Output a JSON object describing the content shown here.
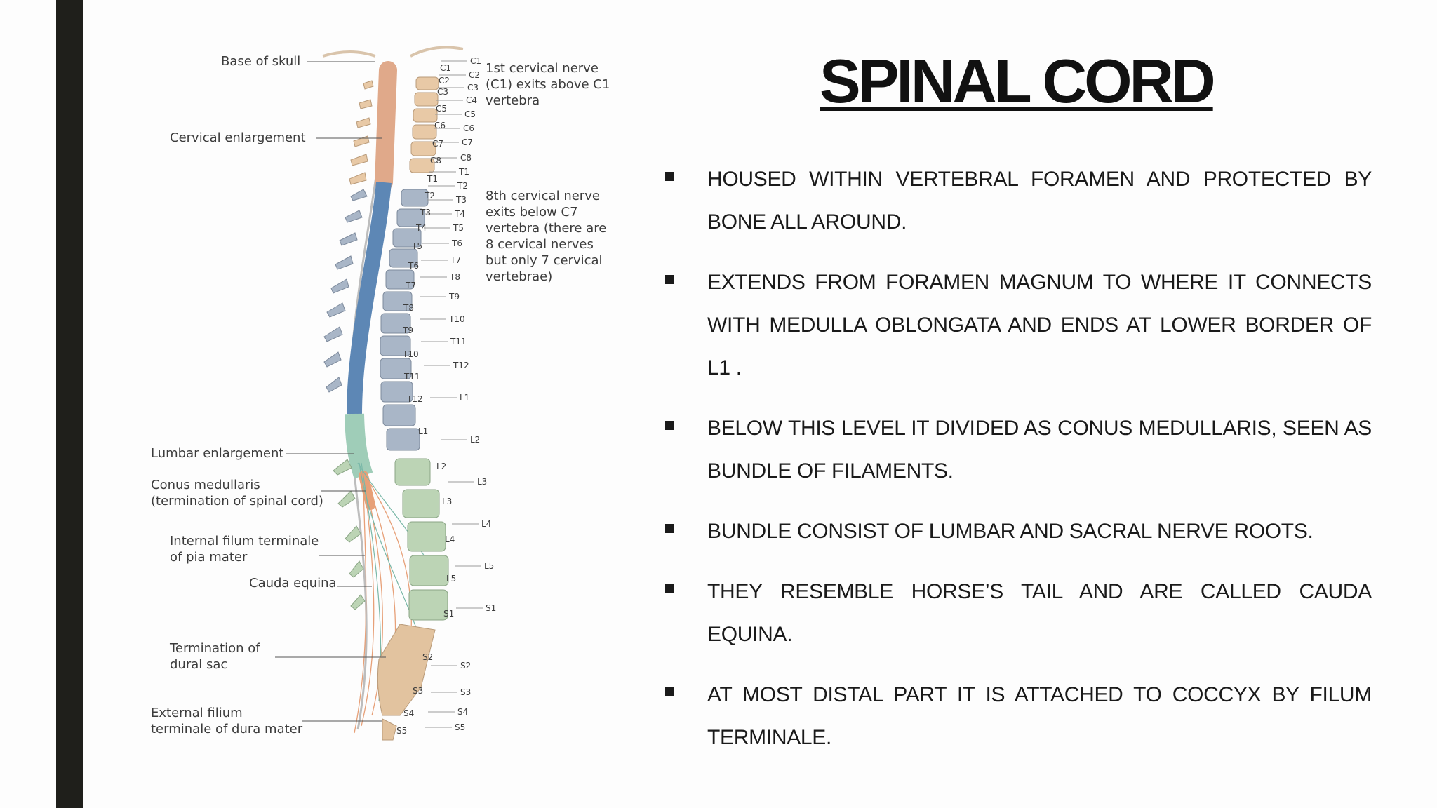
{
  "slide": {
    "title": "SPINAL CORD",
    "bullets": [
      "HOUSED WITHIN VERTEBRAL FORAMEN AND PROTECTED BY BONE ALL AROUND.",
      "EXTENDS FROM FORAMEN MAGNUM TO WHERE IT CONNECTS WITH MEDULLA OBLONGATA AND ENDS AT LOWER BORDER OF L1 .",
      "BELOW THIS LEVEL IT DIVIDED AS CONUS MEDULLARIS, SEEN AS BUNDLE OF FILAMENTS.",
      "BUNDLE CONSIST OF LUMBAR AND SACRAL NERVE ROOTS.",
      "THEY RESEMBLE HORSE’S TAIL AND ARE CALLED CAUDA EQUINA.",
      "AT MOST DISTAL PART IT IS ATTACHED TO COCCYX BY FILUM TERMINALE."
    ],
    "bullet_icon": "square-bullet-icon"
  },
  "figure": {
    "labels": {
      "base_of_skull": "Base of skull",
      "cervical_enlargement": "Cervical enlargement",
      "lumbar_enlargement": "Lumbar enlargement",
      "conus_medullaris": "Conus medullaris\n(termination of spinal cord)",
      "internal_filum": "Internal filum terminale\nof pia mater",
      "cauda_equina": "Cauda equina",
      "termination_dural_sac": "Termination of\ndural sac",
      "external_filum": "External filium\nterminale of dura mater",
      "first_cervical": "1st cervical nerve\n(C1) exits above C1\nvertebra",
      "eighth_cervical": "8th cervical nerve\nexits below C7\nvertebra (there are\n8 cervical nerves\nbut only 7 cervical\nvertebrae)"
    },
    "vertebra_labels": [
      "C1",
      "C2",
      "C3",
      "C5",
      "C6",
      "C7",
      "C8",
      "T1",
      "T2",
      "T3",
      "T4",
      "T5",
      "T6",
      "T7",
      "T8",
      "T9",
      "T10",
      "T11",
      "T12",
      "L1",
      "L2",
      "L3",
      "L4",
      "L5",
      "S1",
      "S2",
      "S3",
      "S4",
      "S5"
    ],
    "nerve_labels": [
      "C1",
      "C2",
      "C3",
      "C4",
      "C5",
      "C6",
      "C7",
      "C8",
      "T1",
      "T2",
      "T3",
      "T4",
      "T5",
      "T6",
      "T7",
      "T8",
      "T9",
      "T10",
      "T11",
      "T12",
      "L1",
      "L2",
      "L3",
      "L4",
      "L5",
      "S1",
      "S2",
      "S3",
      "S4",
      "S5"
    ],
    "colors": {
      "cervical": "#e0a98a",
      "thoracic": "#5d87b5",
      "lumbar": "#9fcdb8",
      "conus": "#e7a078",
      "vertebra_cervical": "#e8c9a6",
      "vertebra_thoracic": "#a9b6c7",
      "vertebra_lumbar": "#bcd4b5",
      "vertebra_sacral": "#e2c39f"
    }
  }
}
